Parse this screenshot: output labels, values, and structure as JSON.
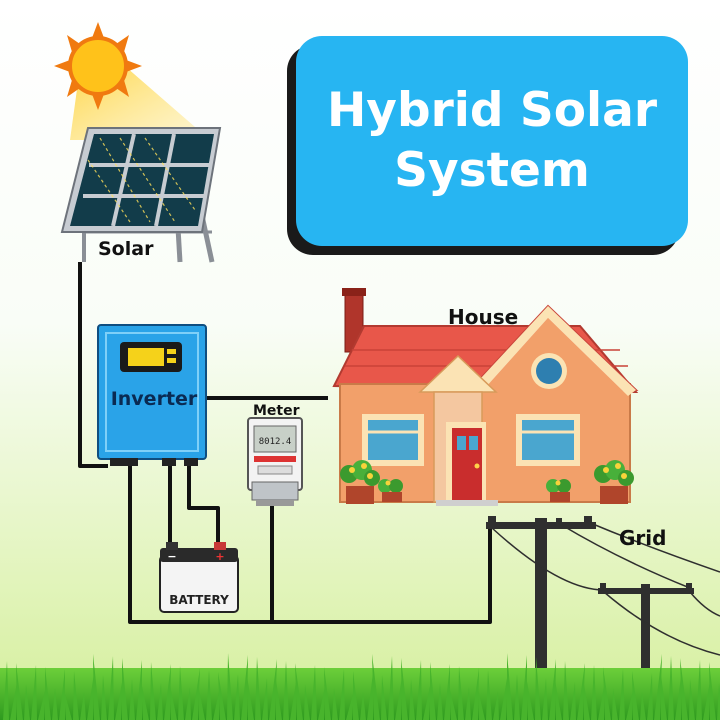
{
  "title": {
    "line1": "Hybrid Solar",
    "line2": "System"
  },
  "labels": {
    "solar": "Solar",
    "house": "House",
    "inverter": "Inverter",
    "meter": "Meter",
    "grid": "Grid",
    "battery": "BATTERY",
    "meter_readout": "8012.4",
    "battery_pos": "+",
    "battery_neg": "−"
  },
  "colors": {
    "title_card": "#27b5f2",
    "inverter": "#2aa3e8",
    "wire": "#111111",
    "house_wall": "#f2a06a",
    "roof": "#e8574a",
    "door": "#c92d2d",
    "grass": "#3fae2a"
  }
}
